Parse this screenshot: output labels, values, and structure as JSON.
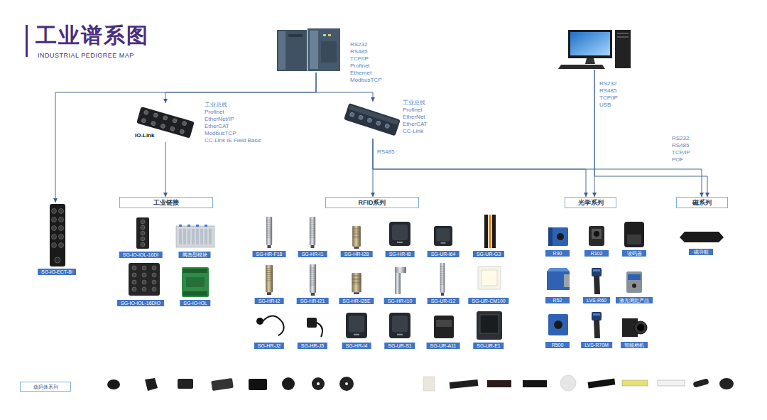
{
  "diagram": {
    "title": "工业谱系图",
    "nodes": [
      {
        "text": [
          "RS232",
          "RS485",
          "TCP/IP",
          "Profinet",
          "Ethernet",
          "ModbusTCP"
        ]
      },
      {
        "text": [
          "RS232",
          "RS485",
          "TCP/IP",
          "USB"
        ]
      },
      {
        "text": [
          "IO-Link",
          "工业总线",
          "Profinet",
          "EtherNet/IP",
          "EtherCAT",
          "ModbusTCP",
          "CC-Link IE Field Basic"
        ]
      },
      {
        "text": [
          "工业总线",
          "Profinet",
          "EtherNet",
          "EtherCAT",
          "CC-Link"
        ]
      },
      {
        "text": [
          "SG-IO-ECT-8I"
        ]
      },
      {
        "text": [
          "工业链接"
        ]
      },
      {
        "text": [
          "RFID系列"
        ]
      },
      {
        "text": [
          "光学系列"
        ]
      },
      {
        "text": [
          "磁系列"
        ]
      },
      {
        "text": [
          "SG-IO-IOL-16DI"
        ]
      },
      {
        "text": [
          "阀岛型模块"
        ]
      },
      {
        "text": [
          "SG-IO-IOL-16DIO"
        ]
      },
      {
        "text": [
          "SG-IO-IOL"
        ]
      },
      {
        "text": [
          "SG-HR-F18"
        ]
      },
      {
        "text": [
          "SG-HR-I1"
        ]
      },
      {
        "text": [
          "SG-HR-I28"
        ]
      },
      {
        "text": [
          "SG-HR-I8"
        ]
      },
      {
        "text": [
          "SG-UR-I64"
        ]
      },
      {
        "text": [
          "SG-UR-G3"
        ]
      },
      {
        "text": [
          "SG-HR-I2"
        ]
      },
      {
        "text": [
          "SG-HR-I21"
        ]
      },
      {
        "text": [
          "SG-HR-I25E"
        ]
      },
      {
        "text": [
          "SG-HR-I10"
        ]
      },
      {
        "text": [
          "SG-UR-I12"
        ]
      },
      {
        "text": [
          "SG-UR-CM100"
        ]
      },
      {
        "text": [
          "SG-HR-J2"
        ]
      },
      {
        "text": [
          "SG-HR-J5"
        ]
      },
      {
        "text": [
          "SG-HR-I4"
        ]
      },
      {
        "text": [
          "SG-UR-S1"
        ]
      },
      {
        "text": [
          "SG-UR-A11"
        ]
      },
      {
        "text": [
          "SG-UR-E1"
        ]
      },
      {
        "text": [
          "R90"
        ]
      },
      {
        "text": [
          "R102"
        ]
      },
      {
        "text": [
          "读码器"
        ]
      },
      {
        "text": [
          "R52"
        ]
      },
      {
        "text": [
          "LVS-R60"
        ]
      },
      {
        "text": [
          "激光测距产品"
        ]
      },
      {
        "text": [
          "R500"
        ]
      },
      {
        "text": [
          "LVS-R70M"
        ]
      },
      {
        "text": [
          "智能相机"
        ]
      },
      {
        "text": [
          "磁导航"
        ]
      },
      {
        "text": [
          "载码体系列"
        ]
      }
    ],
    "edges": [
      {
        "from": 0,
        "to": 4,
        "arrow": "to"
      },
      {
        "from": 0,
        "to": 2,
        "arrow": "to"
      },
      {
        "from": 0,
        "to": 3,
        "arrow": "to"
      },
      {
        "from": 2,
        "to": 5,
        "arrow": "to"
      },
      {
        "from": 3,
        "to": 6,
        "label": "RS485",
        "arrow": "to"
      },
      {
        "from": 3,
        "to": 7,
        "arrow": "to"
      },
      {
        "from": 3,
        "to": 8,
        "arrow": "to"
      },
      {
        "from": 1,
        "to": 7,
        "arrow": "to"
      },
      {
        "from": 1,
        "to": 8,
        "label": "RS232 RS485 TCP/IP POF",
        "arrow": "to"
      }
    ],
    "labels": [
      "INDUSTRIAL PEDIGREE MAP"
    ]
  }
}
